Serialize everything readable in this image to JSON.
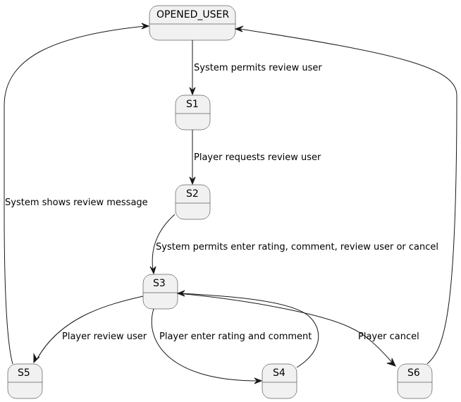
{
  "states": {
    "opened_user": "OPENED_USER",
    "s1": "S1",
    "s2": "S2",
    "s3": "S3",
    "s4": "S4",
    "s5": "S5",
    "s6": "S6"
  },
  "transitions": {
    "opened_to_s1": "System permits review user",
    "s1_to_s2": "Player requests review user",
    "s2_to_s3": "System permits enter rating, comment, review user or cancel",
    "s3_to_s5": "Player review user",
    "s3_to_s4": "Player enter rating and comment",
    "s3_to_s6": "Player cancel",
    "s5_to_opened": "System shows review message"
  }
}
